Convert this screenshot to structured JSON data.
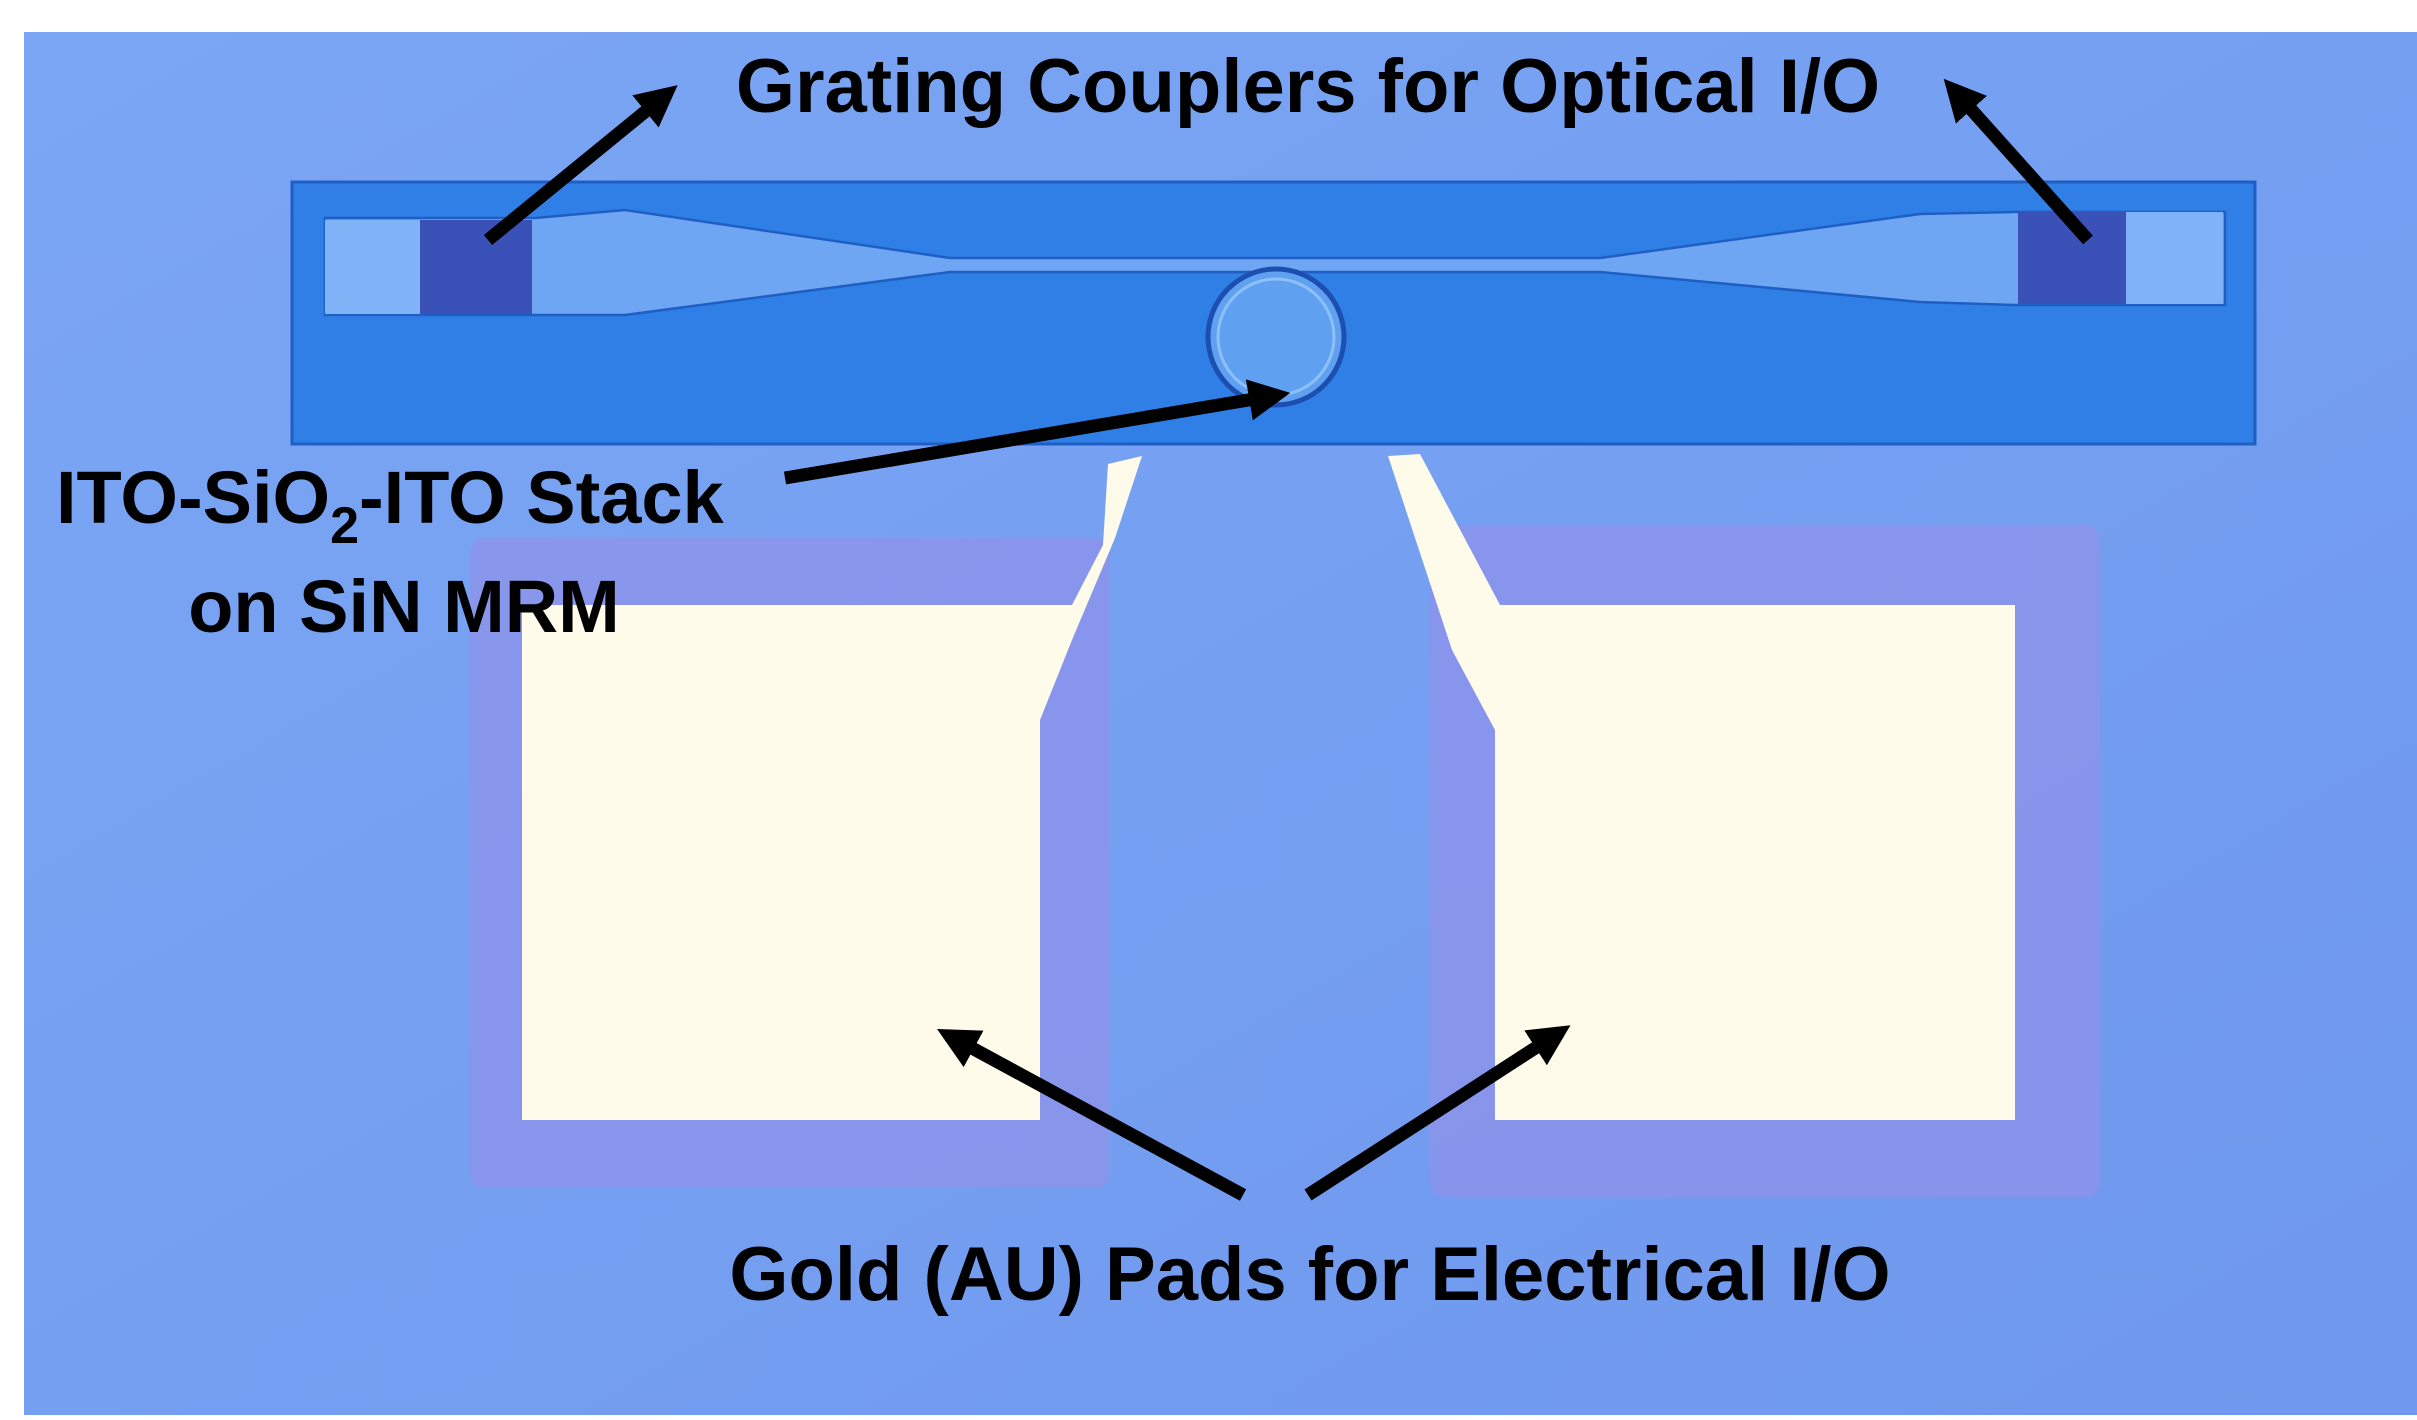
{
  "labels": {
    "grating_couplers": "Grating Couplers for Optical I/O",
    "stack_line1_prefix": "ITO-SiO",
    "stack_line1_subscript": "2",
    "stack_line1_suffix": "-ITO Stack",
    "stack_line2": "on SiN MRM",
    "gold_pads": "Gold (AU) Pads for Electrical I/O"
  },
  "colors": {
    "substrate": "#76a0f2",
    "substrate_dark": "#6a92ea",
    "device_strip": "#2f7fe6",
    "device_strip_edge": "#1f5fc4",
    "waveguide_taper": "#6fa6f4",
    "grating_pad": "#3a52b8",
    "grating_end": "#7fb2f6",
    "gold_pad": "#fffbea",
    "pad_halo": "#8e93ea",
    "arrow": "#000000"
  }
}
